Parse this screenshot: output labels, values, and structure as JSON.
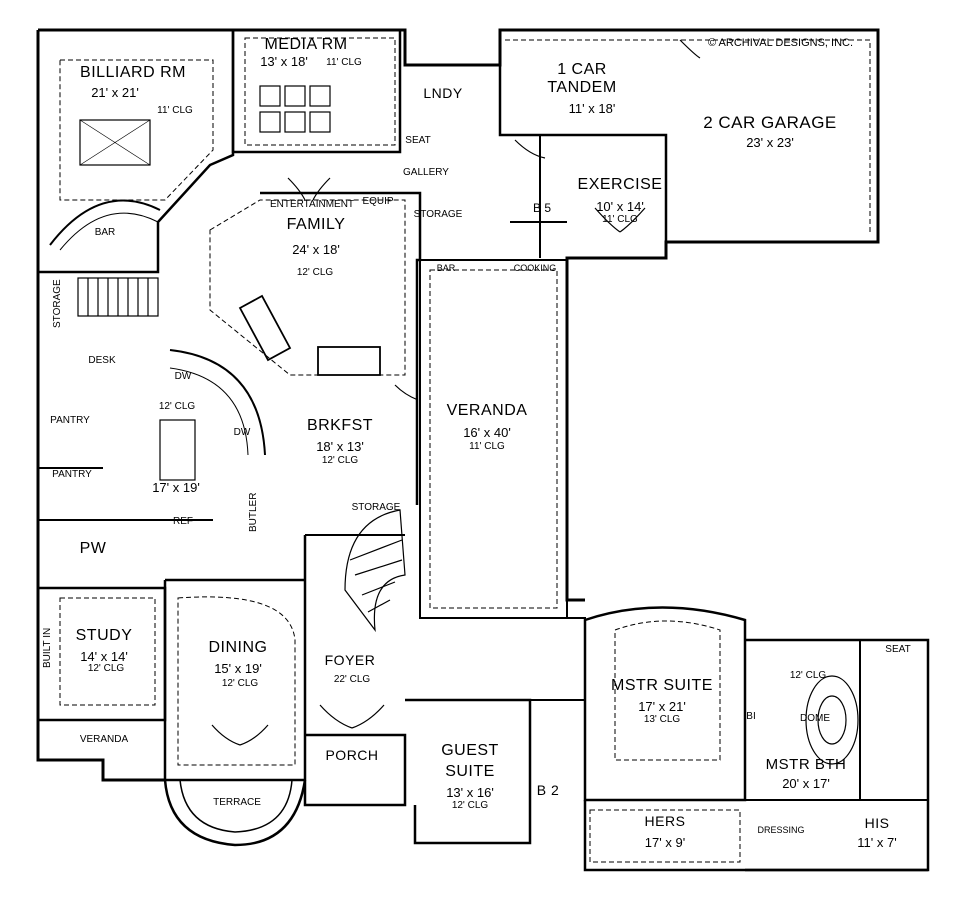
{
  "copyright": "© ARCHIVAL DESIGNS, INC.",
  "rooms": {
    "billiard": {
      "name": "BILLIARD RM",
      "dim": "21' x 21'",
      "clg": "11' CLG"
    },
    "media": {
      "name": "MEDIA RM",
      "dim": "13' x 18'",
      "clg": "11' CLG"
    },
    "laundry": {
      "name": "LNDY"
    },
    "tandem": {
      "name1": "1 CAR",
      "name2": "TANDEM",
      "dim": "11' x 18'"
    },
    "garage": {
      "name": "2 CAR GARAGE",
      "dim": "23' x 23'"
    },
    "exercise": {
      "name": "EXERCISE",
      "dim": "10' x 14'",
      "clg": "11' CLG"
    },
    "family": {
      "name": "FAMILY",
      "dim": "24' x 18'",
      "clg": "12' CLG"
    },
    "veranda_center": {
      "name": "VERANDA",
      "dim": "16' x 40'",
      "clg": "11' CLG"
    },
    "brkfst": {
      "name": "BRKFST",
      "dim": "18' x 13'",
      "clg": "12' CLG"
    },
    "kitchen": {
      "dim": "17' x 19'",
      "clg": "12' CLG"
    },
    "study": {
      "name": "STUDY",
      "dim": "14' x 14'",
      "clg": "12' CLG"
    },
    "dining": {
      "name": "DINING",
      "dim": "15' x 19'",
      "clg": "12' CLG"
    },
    "foyer": {
      "name": "FOYER",
      "clg": "22' CLG"
    },
    "porch": {
      "name": "PORCH"
    },
    "guest": {
      "name1": "GUEST",
      "name2": "SUITE",
      "dim": "13' x 16'",
      "clg": "12' CLG"
    },
    "mstr_suite": {
      "name": "MSTR SUITE",
      "dim": "17' x 21'",
      "clg": "13' CLG"
    },
    "mstr_bth": {
      "name": "MSTR BTH",
      "dim": "20' x 17'",
      "clg": "12' CLG"
    },
    "hers": {
      "name": "HERS",
      "dim": "17' x 9'"
    },
    "his": {
      "name": "HIS",
      "dim": "11' x 7'"
    }
  },
  "labels": {
    "bar": "BAR",
    "storage_left": "STORAGE",
    "desk": "DESK",
    "pantry1": "PANTRY",
    "pantry2": "PANTRY",
    "ref": "REF",
    "butler": "BUTLER",
    "storage_stair": "STORAGE",
    "pw": "PW",
    "built_in": "BUILT IN",
    "veranda_left": "VERANDA",
    "terrace": "TERRACE",
    "seat_lndy": "SEAT",
    "gallery": "GALLERY",
    "entertainment": "ENTERTAINMENT",
    "equip": "EQUIP",
    "storage_mid": "STORAGE",
    "b5": "B 5",
    "bar_veranda": "BAR",
    "cooking": "COOKING",
    "dw1": "DW",
    "dw2": "DW",
    "b2": "B 2",
    "bi": "BI",
    "dome": "DOME",
    "seat_mb": "SEAT",
    "dressing": "DRESSING"
  }
}
